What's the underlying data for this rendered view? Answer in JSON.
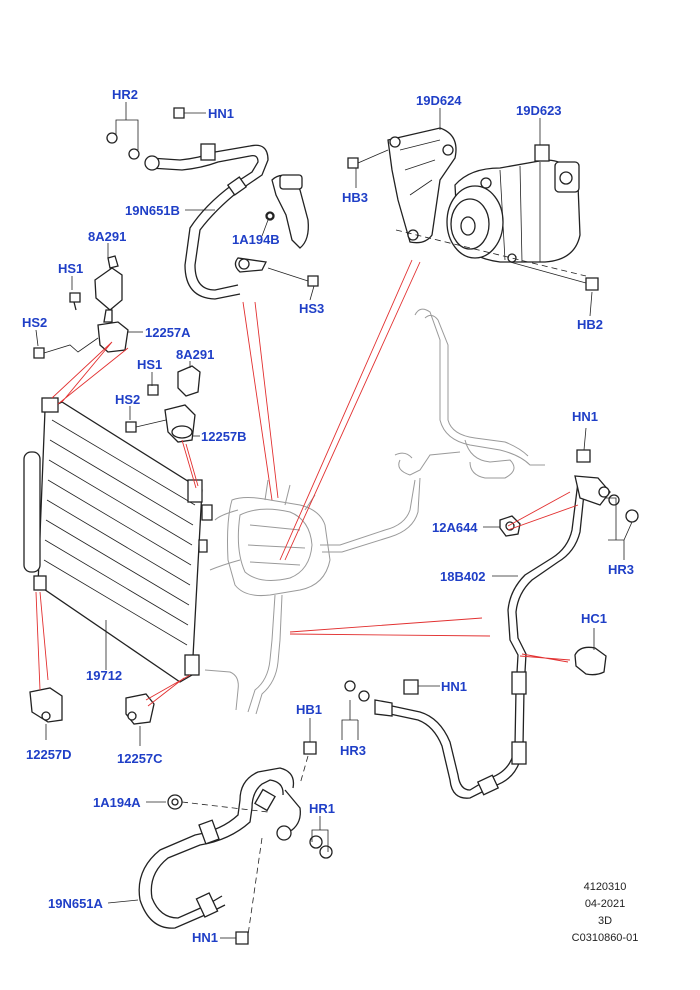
{
  "colors": {
    "label": "#1f3fc7",
    "leader_red": "#e23030",
    "line": "#222222",
    "ghost": "#9a9a9a"
  },
  "labels": {
    "hr2_top": "HR2",
    "hn1_top": "HN1",
    "n19d624": "19D624",
    "n19d623": "19D623",
    "hb3": "HB3",
    "n19n651b": "19N651B",
    "n1a194b": "1A194B",
    "n8a291_top": "8A291",
    "hs1_top": "HS1",
    "hs3": "HS3",
    "hb2": "HB2",
    "hs2_top": "HS2",
    "n12257a": "12257A",
    "hs1_mid": "HS1",
    "n8a291_mid": "8A291",
    "hs2_mid": "HS2",
    "n12257b": "12257B",
    "hn1_right": "HN1",
    "n12a644": "12A644",
    "hr3_right": "HR3",
    "n18b402": "18B402",
    "hc1": "HC1",
    "n19712": "19712",
    "hn1_mid": "HN1",
    "hb1": "HB1",
    "hr3_mid": "HR3",
    "n12257d": "12257D",
    "n12257c": "12257C",
    "n1a194a": "1A194A",
    "hr1": "HR1",
    "n19n651a": "19N651A",
    "hn1_bottom": "HN1"
  },
  "meta": {
    "code": "4120310",
    "date": "04-2021",
    "view": "3D",
    "ref": "C0310860-01"
  }
}
